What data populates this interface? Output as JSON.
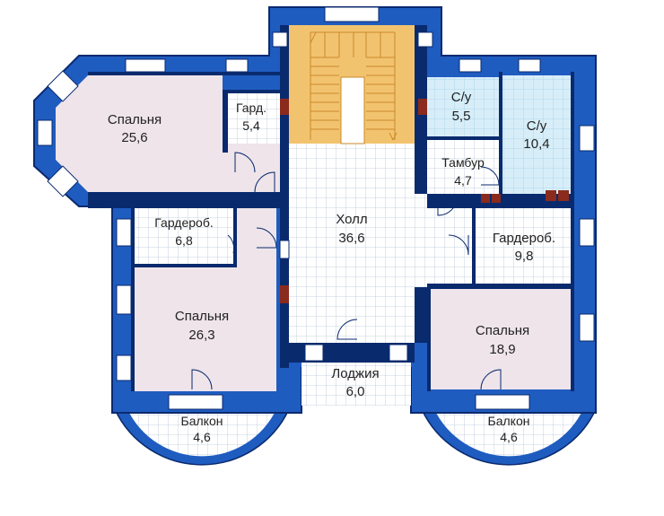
{
  "colors": {
    "wall": "#1f5cc0",
    "wall_outline": "#0a2a6e",
    "bedroom": "#eee4ea",
    "tile": "#ffffff",
    "tile_grid": "#b9c6d8",
    "bath": "#d7eef9",
    "bath_grid": "#a9cfe6",
    "stairs": "#f2c36f",
    "stairs_edge": "#c9892b",
    "window": "#ffffff",
    "chimney": "#8a2b1d"
  },
  "rooms": {
    "bedroom_nw": {
      "name": "Спальня",
      "area": "25,6"
    },
    "gard_small": {
      "name": "Гард.",
      "area": "5,4"
    },
    "bath_1": {
      "name": "С/у",
      "area": "5,5"
    },
    "bath_2": {
      "name": "С/у",
      "area": "10,4"
    },
    "vestibule": {
      "name": "Тамбур",
      "area": "4,7"
    },
    "wardrobe_w": {
      "name": "Гардероб.",
      "area": "6,8"
    },
    "hall": {
      "name": "Холл",
      "area": "36,6"
    },
    "wardrobe_e": {
      "name": "Гардероб.",
      "area": "9,8"
    },
    "bedroom_sw": {
      "name": "Спальня",
      "area": "26,3"
    },
    "bedroom_se": {
      "name": "Спальня",
      "area": "18,9"
    },
    "loggia": {
      "name": "Лоджия",
      "area": "6,0"
    },
    "balcony_w": {
      "name": "Балкон",
      "area": "4,6"
    },
    "balcony_e": {
      "name": "Балкон",
      "area": "4,6"
    }
  }
}
